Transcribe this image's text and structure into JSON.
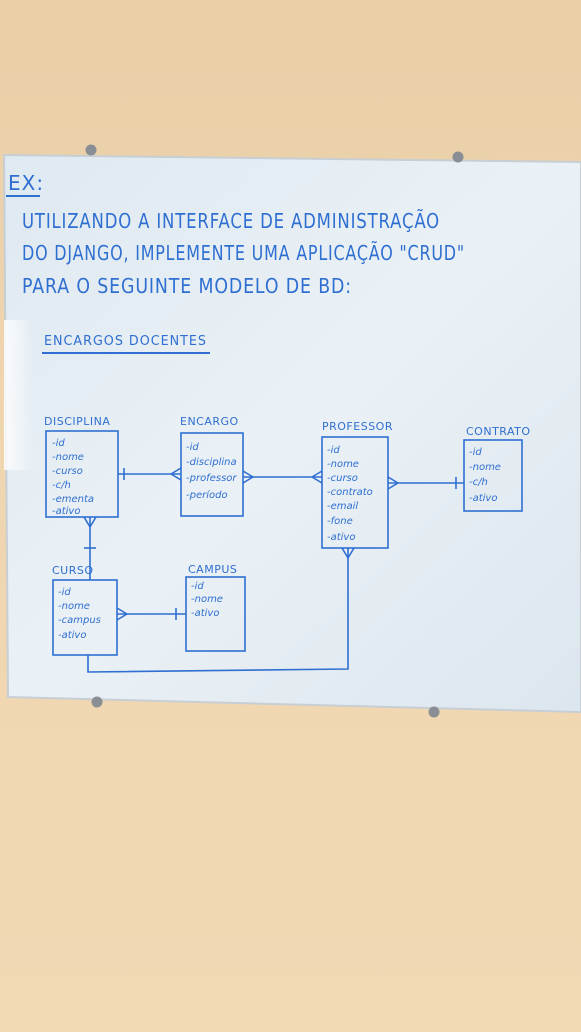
{
  "board": {
    "ex_label": "EX:",
    "task_lines": [
      "UTILIZANDO A INTERFACE DE ADMINISTRAÇÃO",
      "DO DJANGO, IMPLEMENTE UMA APLICAÇÃO \"CRUD\"",
      "PARA O SEGUINTE MODELO DE BD:"
    ],
    "section_heading": "ENCARGOS DOCENTES"
  },
  "entities": {
    "disciplina": {
      "title": "DISCIPLINA",
      "attrs": [
        "-id",
        "-nome",
        "-curso",
        "-c/h",
        "-ementa",
        "-ativo"
      ]
    },
    "encargo": {
      "title": "ENCARGO",
      "attrs": [
        "-id",
        "-disciplina",
        "-professor",
        "-período"
      ]
    },
    "professor": {
      "title": "PROFESSOR",
      "attrs": [
        "-id",
        "-nome",
        "-curso",
        "-contrato",
        "-email",
        "-fone",
        "-ativo"
      ]
    },
    "contrato": {
      "title": "CONTRATO",
      "attrs": [
        "-id",
        "-nome",
        "-c/h",
        "-ativo"
      ]
    },
    "curso": {
      "title": "CURSO",
      "attrs": [
        "-id",
        "-nome",
        "-campus",
        "-ativo"
      ]
    },
    "campus": {
      "title": "CAMPUS",
      "attrs": [
        "-id",
        "-nome",
        "-ativo"
      ]
    }
  },
  "colors": {
    "marker_ink": "#2f6fd1",
    "wall": "#efd6b0",
    "board": "#e6eef4",
    "mounts": "#8a8f95"
  }
}
